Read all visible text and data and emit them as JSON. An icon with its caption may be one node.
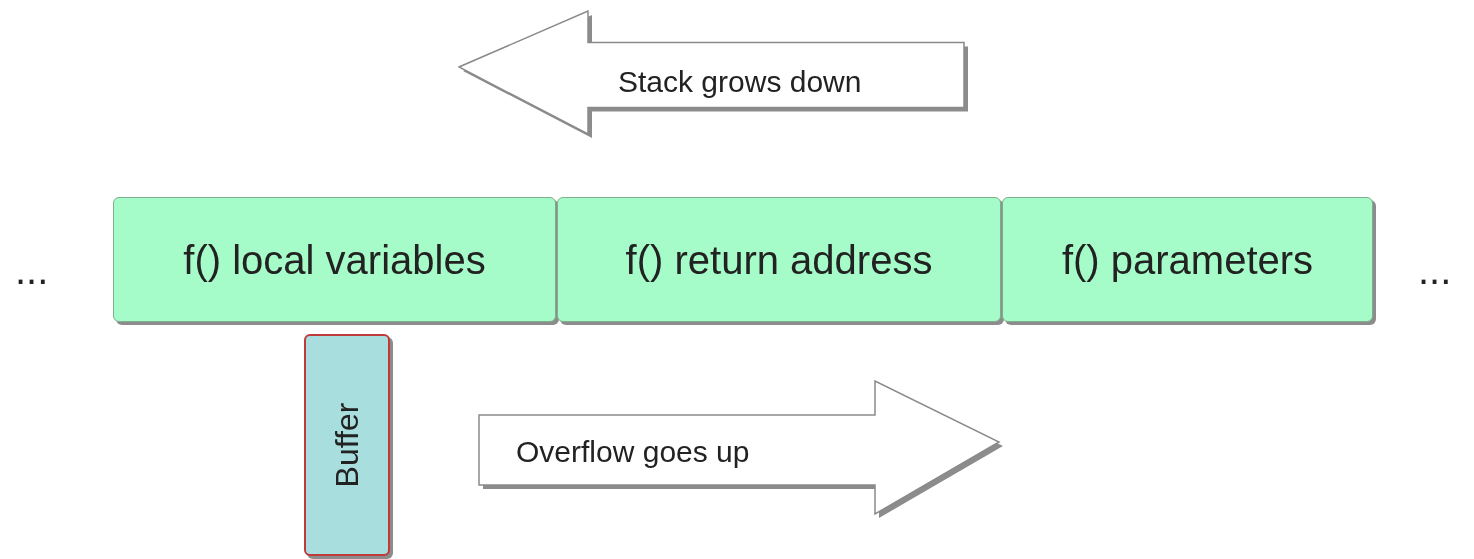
{
  "diagram": {
    "nodes": [
      {
        "text": [
          "Stack grows down"
        ]
      },
      {
        "text": [
          "f() local variables"
        ]
      },
      {
        "text": [
          "f() return address"
        ]
      },
      {
        "text": [
          "f() parameters"
        ]
      },
      {
        "text": [
          "Buffer"
        ]
      },
      {
        "text": [
          "Overflow goes up"
        ]
      }
    ],
    "labels": [
      "...",
      "..."
    ]
  }
}
